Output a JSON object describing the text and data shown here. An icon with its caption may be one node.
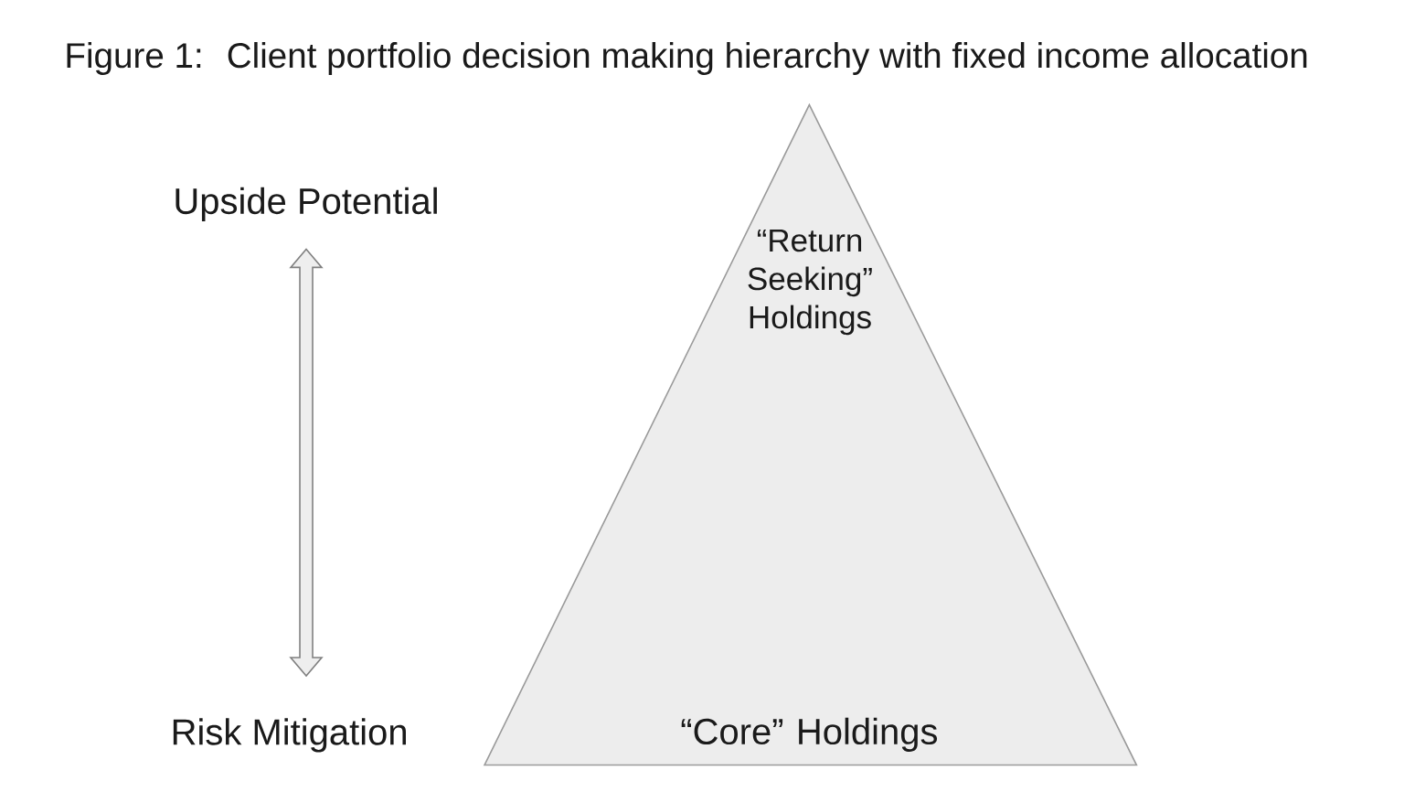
{
  "diagram": {
    "title": "Figure 1:  Client portfolio decision making hierarchy with fixed income allocation",
    "nodes": [
      {
        "text": [
          "Upside Potential"
        ]
      },
      {
        "text": [
          "Risk Mitigation"
        ]
      },
      {
        "text": [
          "“Return Seeking” Holdings",
          "“Core” Holdings"
        ]
      }
    ],
    "edges": [
      {
        "from": 0,
        "to": 1,
        "arrow": "both"
      }
    ]
  }
}
